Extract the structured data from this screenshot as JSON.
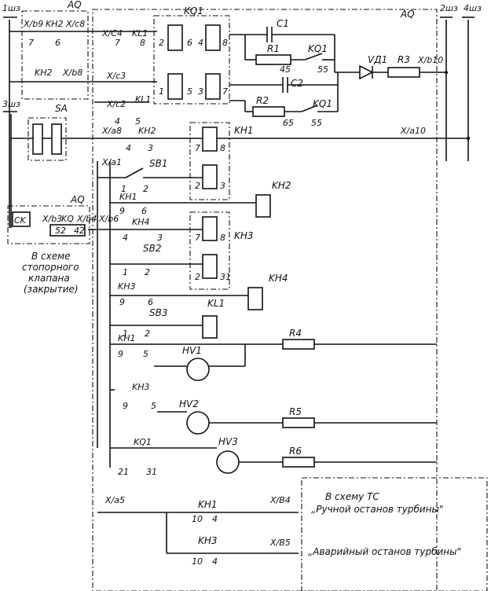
{
  "buses": {
    "left_top": "1шз",
    "left_mid": "3шз",
    "right_a": "2шз",
    "right_b": "4шз"
  },
  "blocks": {
    "aq_top": "AQ",
    "aq_right": "AQ",
    "aq_mid": "AQ",
    "sa": "SA"
  },
  "connectors": {
    "xb9": "X/b9",
    "xc8": "X/c8",
    "xc4": "X/C4",
    "xb8": "X/b8",
    "xc3": "X/c3",
    "xc2": "X/c2",
    "xb10": "X/b10",
    "xa8": "X/a8",
    "xa10": "X/a10",
    "xa1": "X/a1",
    "xb3": "X/b3",
    "xb4": "X/b4",
    "xb6": "X/b6",
    "xa5": "X/a5",
    "xv4": "X/B4",
    "xv5": "X/B5"
  },
  "components": {
    "kh2": "KH2",
    "kl1": "KL1",
    "kq1": "KQ1",
    "c1": "C1",
    "c2": "C2",
    "r1": "R1",
    "r2": "R2",
    "r3": "R3",
    "vd1": "VД1",
    "kh1": "KH1",
    "kh3": "KH3",
    "kh4": "KH4",
    "sb1": "SB1",
    "sb2": "SB2",
    "sb3": "SB3",
    "r4": "R4",
    "r5": "R5",
    "r6": "R6",
    "hv1": "HV1",
    "hv2": "HV2",
    "hv3": "HV3",
    "ck": "CK",
    "kq": "KQ"
  },
  "pins": {
    "p7": "7",
    "p6": "6",
    "p8": "8",
    "p2": "2",
    "p4": "4",
    "p1": "1",
    "p5": "5",
    "p3": "3",
    "p45": "45",
    "p55": "55",
    "p65": "65",
    "p9": "9",
    "p21": "21",
    "p31": "31",
    "p10": "10",
    "p52": "52",
    "p42": "42"
  },
  "notes": {
    "valve_1": "В схеме",
    "valve_2": "стопорного",
    "valve_3": "клапана",
    "valve_4": "(закрытие)",
    "ts_title": "В схему ТС",
    "ts_manual": "„Ручной останов турбины\"",
    "ts_emergency": "„Аварийный останов турбины\""
  }
}
